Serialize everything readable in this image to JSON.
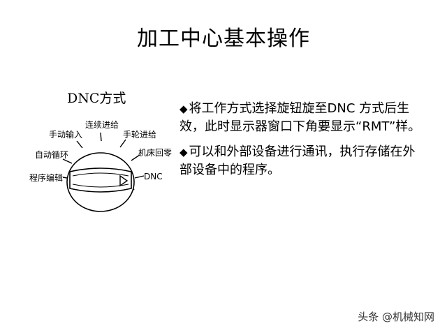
{
  "slide": {
    "title": "加工中心基本操作"
  },
  "section": {
    "label": "DNC方式"
  },
  "dial": {
    "modes": {
      "program_edit": "程序编辑",
      "auto_cycle": "自动循环",
      "manual_input": "手动输入",
      "continuous_feed": "连续进给",
      "handwheel_feed": "手轮进给",
      "machine_home": "机床回零",
      "dnc": "DNC"
    }
  },
  "bullets": [
    {
      "mark": "◆",
      "text": "将工作方式选择旋钮旋至DNC 方式后生效，此时显示器窗口下角要显示“RMT”样。"
    },
    {
      "mark": "◆",
      "text": "可以和外部设备进行通讯，执行存储在外部设备中的程序。"
    }
  ],
  "watermark": {
    "text": "头条 @机械知网"
  }
}
